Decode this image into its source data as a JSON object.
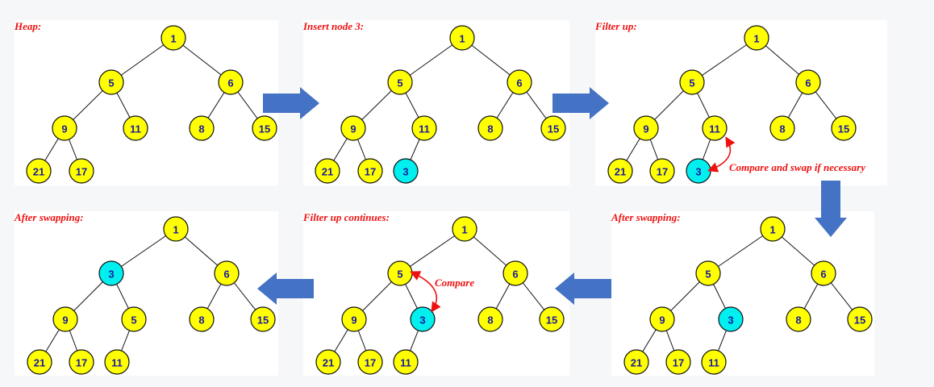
{
  "colors": {
    "node_fill": "#ffff00",
    "highlight_fill": "#00f0f0",
    "title_color": "#ee1111",
    "arrow_color": "#4472c4",
    "number_color": "#1a1aa0"
  },
  "panels": [
    {
      "id": "p1",
      "title": "Heap:",
      "nodes": [
        {
          "value": "1"
        },
        {
          "value": "5"
        },
        {
          "value": "6"
        },
        {
          "value": "9"
        },
        {
          "value": "11"
        },
        {
          "value": "8"
        },
        {
          "value": "15"
        },
        {
          "value": "21"
        },
        {
          "value": "17"
        }
      ]
    },
    {
      "id": "p2",
      "title": "Insert node 3:",
      "nodes": [
        {
          "value": "1"
        },
        {
          "value": "5"
        },
        {
          "value": "6"
        },
        {
          "value": "9"
        },
        {
          "value": "11"
        },
        {
          "value": "8"
        },
        {
          "value": "15"
        },
        {
          "value": "21"
        },
        {
          "value": "17"
        },
        {
          "value": "3",
          "highlight": true
        }
      ]
    },
    {
      "id": "p3",
      "title": "Filter up:",
      "note": "Compare and swap if necessary",
      "nodes": [
        {
          "value": "1"
        },
        {
          "value": "5"
        },
        {
          "value": "6"
        },
        {
          "value": "9"
        },
        {
          "value": "11"
        },
        {
          "value": "8"
        },
        {
          "value": "15"
        },
        {
          "value": "21"
        },
        {
          "value": "17"
        },
        {
          "value": "3",
          "highlight": true
        }
      ]
    },
    {
      "id": "p4",
      "title": "After swapping:",
      "nodes": [
        {
          "value": "1"
        },
        {
          "value": "5"
        },
        {
          "value": "6"
        },
        {
          "value": "9"
        },
        {
          "value": "3",
          "highlight": true
        },
        {
          "value": "8"
        },
        {
          "value": "15"
        },
        {
          "value": "21"
        },
        {
          "value": "17"
        },
        {
          "value": "11"
        }
      ]
    },
    {
      "id": "p5",
      "title": "Filter up continues:",
      "note": "Compare",
      "nodes": [
        {
          "value": "1"
        },
        {
          "value": "5"
        },
        {
          "value": "6"
        },
        {
          "value": "9"
        },
        {
          "value": "3",
          "highlight": true
        },
        {
          "value": "8"
        },
        {
          "value": "15"
        },
        {
          "value": "21"
        },
        {
          "value": "17"
        },
        {
          "value": "11"
        }
      ]
    },
    {
      "id": "p6",
      "title": "After swapping:",
      "nodes": [
        {
          "value": "1"
        },
        {
          "value": "3",
          "highlight": true
        },
        {
          "value": "6"
        },
        {
          "value": "9"
        },
        {
          "value": "5"
        },
        {
          "value": "8"
        },
        {
          "value": "15"
        },
        {
          "value": "21"
        },
        {
          "value": "17"
        },
        {
          "value": "11"
        }
      ]
    }
  ]
}
